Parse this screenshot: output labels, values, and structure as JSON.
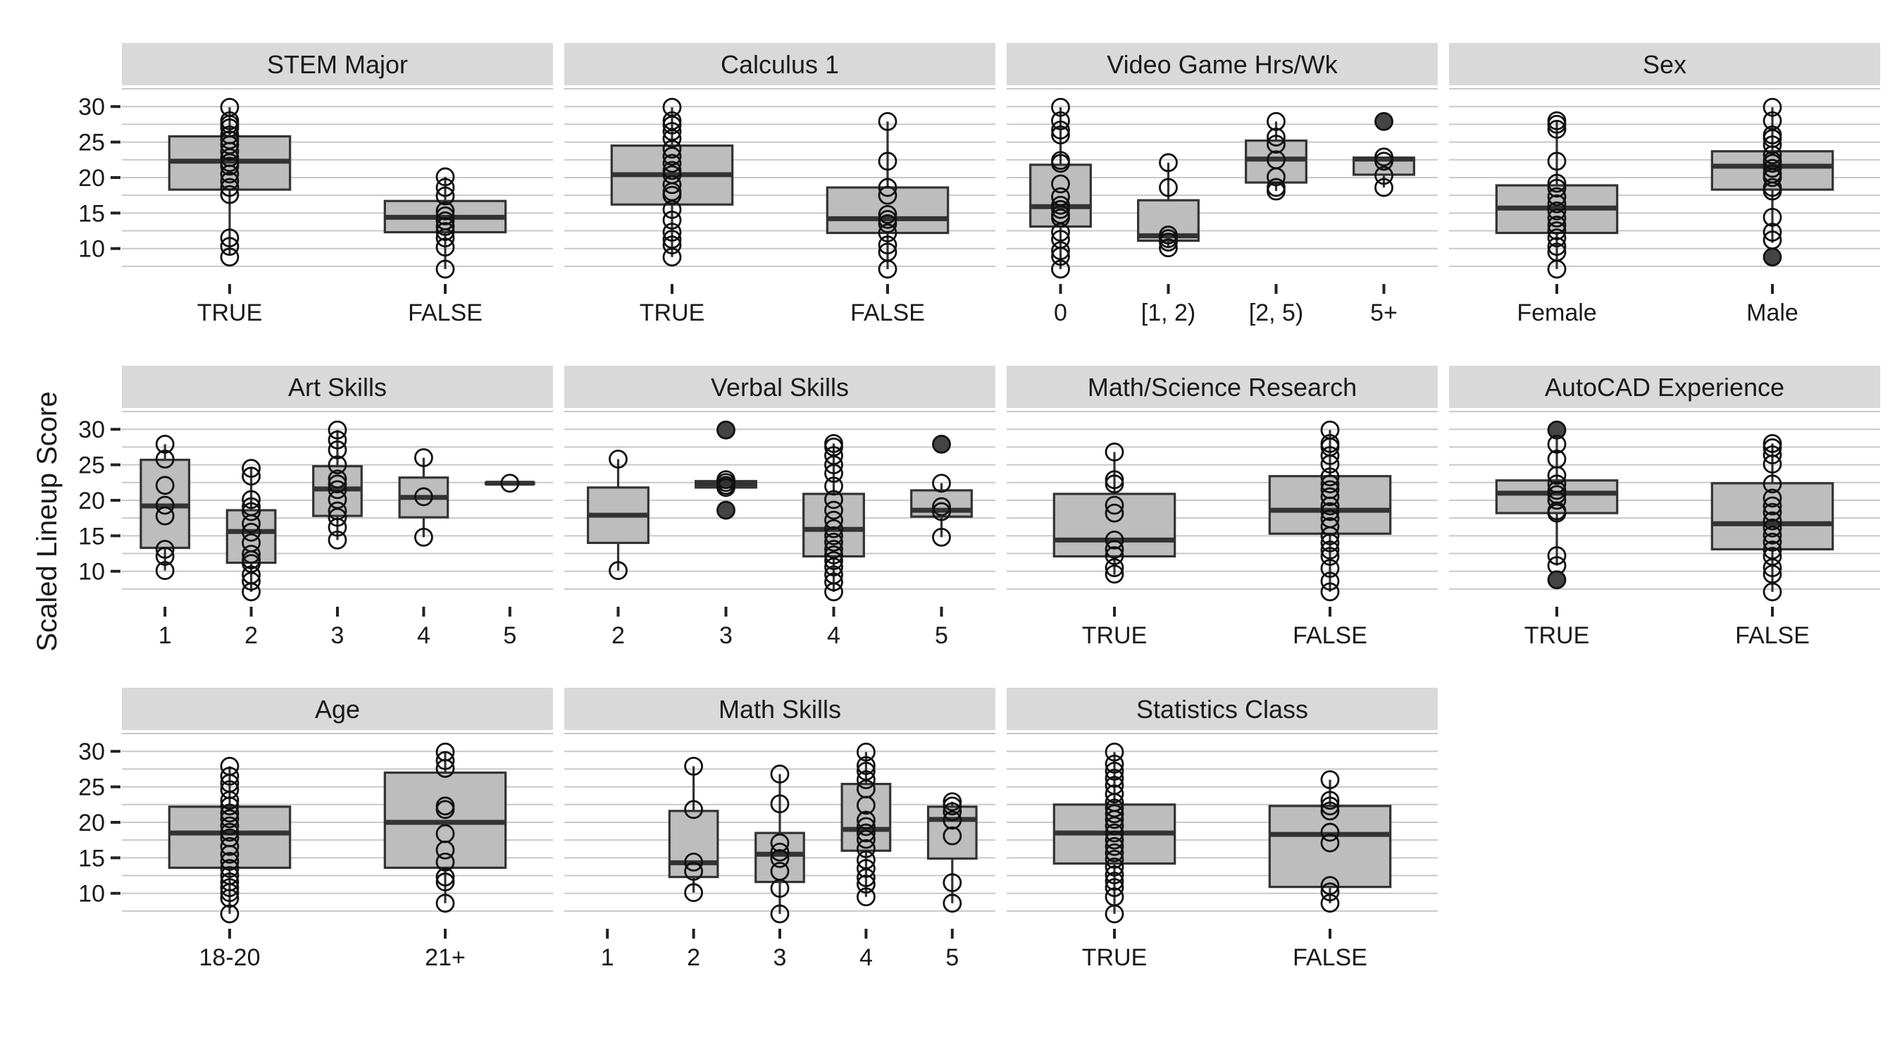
{
  "chart_data": {
    "type": "box",
    "ylabel": "Scaled Lineup Score",
    "yticks": [
      10,
      15,
      20,
      25,
      30
    ],
    "ylim": [
      6,
      33
    ],
    "grid": true,
    "colors": {
      "box_fill": "#bdbdbd",
      "strip_fill": "#d9d9d9",
      "grid": "#c8c8c8",
      "outline": "#333333"
    },
    "panels": [
      {
        "title": "STEM Major",
        "categories": [
          "TRUE",
          "FALSE"
        ],
        "boxes": [
          {
            "q1": 18.3,
            "median": 22.3,
            "q3": 25.8,
            "wlow": 9.0,
            "whigh": 29.9,
            "points": [
              29.9,
              28,
              27.5,
              27,
              26,
              25.3,
              24.6,
              23.7,
              22.8,
              22.1,
              21.6,
              20.5,
              19.5,
              18.6,
              17.6,
              11.5,
              10.3,
              8.8
            ],
            "filled": []
          },
          {
            "q1": 12.3,
            "median": 14.4,
            "q3": 16.7,
            "wlow": 7.1,
            "whigh": 20.1,
            "points": [
              20.1,
              18.6,
              17.4,
              15.3,
              14.6,
              13.9,
              13.1,
              12.4,
              11.5,
              10.2,
              7.1
            ],
            "filled": []
          }
        ]
      },
      {
        "title": "Calculus 1",
        "categories": [
          "TRUE",
          "FALSE"
        ],
        "boxes": [
          {
            "q1": 16.2,
            "median": 20.4,
            "q3": 24.5,
            "wlow": 8.8,
            "whigh": 29.9,
            "points": [
              29.9,
              28,
              27.4,
              26.5,
              25.5,
              24,
              23,
              22,
              21,
              20.4,
              19,
              18,
              17.5,
              15.5,
              14,
              12.3,
              11.3,
              10.5,
              8.8
            ],
            "filled": []
          },
          {
            "q1": 12.2,
            "median": 14.2,
            "q3": 18.6,
            "wlow": 7.1,
            "whigh": 27.9,
            "points": [
              27.9,
              22.3,
              18.6,
              17.5,
              14.8,
              14.1,
              13.5,
              12.2,
              10.5,
              9.5,
              7.1
            ],
            "filled": []
          }
        ]
      },
      {
        "title": "Video Game Hrs/Wk",
        "categories": [
          "0",
          "[1, 2)",
          "[2, 5)",
          "5+"
        ],
        "boxes": [
          {
            "q1": 13.1,
            "median": 15.9,
            "q3": 21.8,
            "wlow": 7.1,
            "whigh": 29.9,
            "points": [
              29.9,
              28,
              26.7,
              26,
              22.4,
              22,
              19.1,
              17.3,
              16.1,
              15.5,
              14.8,
              14.3,
              12.3,
              11.3,
              9.7,
              8.9,
              7.1
            ],
            "filled": []
          },
          {
            "q1": 11.1,
            "median": 11.8,
            "q3": 16.8,
            "wlow": 10.1,
            "whigh": 22.1,
            "points": [
              22.1,
              18.6,
              11.9,
              11.4,
              10.9,
              10.1
            ],
            "filled": []
          },
          {
            "q1": 19.3,
            "median": 22.6,
            "q3": 25.2,
            "wlow": 18.1,
            "whigh": 27.9,
            "points": [
              27.9,
              25.7,
              24.7,
              22.5,
              20.1,
              18.6,
              18.1
            ],
            "filled": []
          },
          {
            "q1": 20.4,
            "median": 22.6,
            "q3": 22.8,
            "wlow": 18.6,
            "whigh": 22.9,
            "points": [
              27.9,
              22.9,
              22.3,
              20.3,
              18.6
            ],
            "filled": [
              27.9
            ]
          }
        ]
      },
      {
        "title": "Sex",
        "categories": [
          "Female",
          "Male"
        ],
        "boxes": [
          {
            "q1": 12.2,
            "median": 15.7,
            "q3": 18.9,
            "wlow": 7.1,
            "whigh": 28.0,
            "points": [
              28,
              27.5,
              26.8,
              22.3,
              19.2,
              18.5,
              17.3,
              16.3,
              15.3,
              14.3,
              13.3,
              12.5,
              11.5,
              10.3,
              9.5,
              7.1
            ],
            "filled": []
          },
          {
            "q1": 18.3,
            "median": 21.6,
            "q3": 23.7,
            "wlow": 10.8,
            "whigh": 29.9,
            "points": [
              29.9,
              28,
              26,
              25.5,
              24.6,
              23.2,
              22.4,
              22,
              21.3,
              20.5,
              20,
              18.6,
              18.1,
              14.4,
              12.3,
              11.2,
              8.8
            ],
            "filled": [
              8.8
            ]
          }
        ]
      },
      {
        "title": "Art Skills",
        "categories": [
          "1",
          "2",
          "3",
          "4",
          "5"
        ],
        "boxes": [
          {
            "q1": 13.3,
            "median": 19.2,
            "q3": 25.7,
            "wlow": 10.1,
            "whigh": 27.9,
            "points": [
              27.9,
              25.8,
              22.1,
              19.3,
              17.8,
              13.1,
              12.1,
              10.1
            ],
            "filled": []
          },
          {
            "q1": 11.2,
            "median": 15.6,
            "q3": 18.6,
            "wlow": 7.1,
            "whigh": 24.5,
            "points": [
              24.5,
              23.4,
              20.1,
              19.1,
              18.4,
              16.7,
              15.5,
              14,
              12.4,
              11.6,
              11.1,
              9.5,
              8.6,
              7.1
            ],
            "filled": []
          },
          {
            "q1": 17.8,
            "median": 21.6,
            "q3": 24.8,
            "wlow": 14.4,
            "whigh": 29.9,
            "points": [
              29.9,
              28.5,
              27.1,
              25,
              23,
              22.3,
              21.5,
              20.1,
              18.5,
              17.6,
              16.2,
              14.4
            ],
            "filled": []
          },
          {
            "q1": 17.6,
            "median": 20.4,
            "q3": 23.2,
            "wlow": 14.8,
            "whigh": 26.0,
            "points": [
              26,
              20.5,
              14.8
            ],
            "filled": []
          },
          {
            "q1": 22.3,
            "median": 22.4,
            "q3": 22.5,
            "wlow": 22.3,
            "whigh": 22.5,
            "points": [
              22.4
            ],
            "filled": []
          }
        ]
      },
      {
        "title": "Verbal Skills",
        "categories": [
          "2",
          "3",
          "4",
          "5"
        ],
        "boxes": [
          {
            "q1": 14.0,
            "median": 17.9,
            "q3": 21.8,
            "wlow": 10.1,
            "whigh": 25.8,
            "points": [
              25.8,
              10.1
            ],
            "filled": []
          },
          {
            "q1": 21.8,
            "median": 22.3,
            "q3": 22.7,
            "wlow": 21.6,
            "whigh": 22.9,
            "points": [
              29.9,
              22.9,
              22.5,
              22.1,
              21.8,
              18.6
            ],
            "filled": [
              29.9,
              18.6
            ]
          },
          {
            "q1": 12.1,
            "median": 15.9,
            "q3": 20.9,
            "wlow": 7.1,
            "whigh": 28.0,
            "points": [
              28,
              27.5,
              26.3,
              25,
              23.8,
              22,
              20.1,
              18.6,
              17.2,
              16,
              15,
              14.1,
              13.1,
              12.3,
              11.5,
              10.6,
              9.5,
              8.5,
              7.1
            ],
            "filled": []
          },
          {
            "q1": 17.7,
            "median": 18.6,
            "q3": 21.4,
            "wlow": 14.8,
            "whigh": 22.4,
            "points": [
              27.9,
              22.4,
              19.1,
              18.4,
              14.8
            ],
            "filled": [
              27.9
            ]
          }
        ]
      },
      {
        "title": "Math/Science Research",
        "categories": [
          "TRUE",
          "FALSE"
        ],
        "boxes": [
          {
            "q1": 12.1,
            "median": 14.4,
            "q3": 20.9,
            "wlow": 9.5,
            "whigh": 26.8,
            "points": [
              26.8,
              22.9,
              22.3,
              19.3,
              18.2,
              14.4,
              13.1,
              12.2,
              10.5,
              9.6
            ],
            "filled": []
          },
          {
            "q1": 15.3,
            "median": 18.6,
            "q3": 23.4,
            "wlow": 7.1,
            "whigh": 29.9,
            "points": [
              29.9,
              28,
              27.5,
              26.3,
              25.1,
              23.3,
              22.3,
              21.5,
              20.5,
              19.2,
              18.4,
              17.4,
              16.3,
              15,
              14,
              13,
              12.1,
              10.4,
              8.6,
              7.1
            ],
            "filled": []
          }
        ]
      },
      {
        "title": "AutoCAD Experience",
        "categories": [
          "TRUE",
          "FALSE"
        ],
        "boxes": [
          {
            "q1": 18.2,
            "median": 21.0,
            "q3": 22.8,
            "wlow": 10.8,
            "whigh": 29.9,
            "points": [
              29.9,
              27.9,
              25.8,
              23.5,
              22.3,
              21.4,
              20.8,
              20,
              18.5,
              18.2,
              12.2,
              10.8,
              8.8
            ],
            "filled": [
              29.9,
              8.8
            ]
          },
          {
            "q1": 13.1,
            "median": 16.7,
            "q3": 22.4,
            "wlow": 7.1,
            "whigh": 28.0,
            "points": [
              28,
              27.4,
              26.4,
              25.1,
              22.3,
              20.3,
              19.2,
              18.3,
              17.1,
              16.1,
              15.1,
              14.1,
              13,
              12.1,
              10.5,
              9.6,
              7.1
            ],
            "filled": []
          }
        ]
      },
      {
        "title": "Age",
        "categories": [
          "18-20",
          "21+"
        ],
        "boxes": [
          {
            "q1": 13.6,
            "median": 18.5,
            "q3": 22.2,
            "wlow": 7.1,
            "whigh": 27.9,
            "points": [
              27.9,
              26.5,
              25.5,
              24.6,
              23.1,
              22.3,
              21.3,
              20.5,
              19.5,
              18.6,
              17.8,
              16.6,
              15.5,
              14.5,
              13.5,
              12.5,
              11.6,
              10.8,
              10.1,
              9.3,
              7.1
            ],
            "filled": []
          },
          {
            "q1": 13.6,
            "median": 20.0,
            "q3": 27.0,
            "wlow": 8.6,
            "whigh": 29.9,
            "points": [
              29.9,
              28.7,
              27.6,
              22.3,
              21.8,
              18.4,
              16.1,
              14.4,
              12.3,
              11.6,
              8.6
            ],
            "filled": []
          }
        ]
      },
      {
        "title": "Math Skills",
        "categories": [
          "1",
          "2",
          "3",
          "4",
          "5"
        ],
        "boxes": [
          null,
          {
            "q1": 12.3,
            "median": 14.3,
            "q3": 21.6,
            "wlow": 10.1,
            "whigh": 27.9,
            "points": [
              27.9,
              21.8,
              14.4,
              13.1,
              10.1
            ],
            "filled": []
          },
          {
            "q1": 11.6,
            "median": 15.5,
            "q3": 18.5,
            "wlow": 7.1,
            "whigh": 26.8,
            "points": [
              26.8,
              22.6,
              17.1,
              15.8,
              14.9,
              13.1,
              10.7,
              7.1
            ],
            "filled": []
          },
          {
            "q1": 16.0,
            "median": 19.0,
            "q3": 25.4,
            "wlow": 9.5,
            "whigh": 29.9,
            "points": [
              29.9,
              28,
              27.2,
              26,
              24.7,
              22.4,
              20.3,
              19.4,
              18.5,
              17.6,
              16.3,
              14.7,
              13.5,
              12.2,
              11.3,
              9.5
            ],
            "filled": []
          },
          {
            "q1": 14.9,
            "median": 20.4,
            "q3": 22.2,
            "wlow": 8.6,
            "whigh": 22.9,
            "points": [
              22.9,
              22.3,
              21.5,
              20.3,
              18.1,
              11.5,
              8.6
            ],
            "filled": []
          }
        ]
      },
      {
        "title": "Statistics Class",
        "categories": [
          "TRUE",
          "FALSE"
        ],
        "boxes": [
          {
            "q1": 14.2,
            "median": 18.5,
            "q3": 22.5,
            "wlow": 7.1,
            "whigh": 29.9,
            "points": [
              29.9,
              28.2,
              27.2,
              26.2,
              25.2,
              24,
              22.8,
              22,
              21.2,
              20.4,
              19.5,
              18.5,
              17.5,
              16.6,
              15.7,
              14.8,
              13.7,
              12.6,
              11.7,
              10.8,
              9.5,
              7.1
            ],
            "filled": []
          },
          {
            "q1": 10.9,
            "median": 18.3,
            "q3": 22.3,
            "wlow": 8.6,
            "whigh": 26.0,
            "points": [
              26,
              23.1,
              22.3,
              21.6,
              18.6,
              17.1,
              11.1,
              10.2,
              8.6
            ],
            "filled": []
          }
        ]
      }
    ]
  }
}
